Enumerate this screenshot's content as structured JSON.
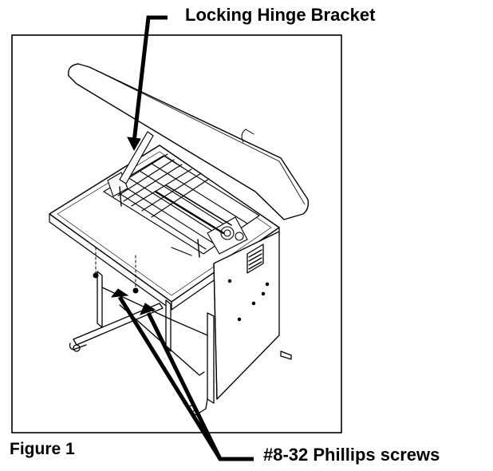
{
  "labels": {
    "hinge": "Locking Hinge Bracket",
    "screws": "#8-32 Phillips screws",
    "figure": "Figure 1"
  },
  "colors": {
    "ink": "#000000",
    "paper": "#ffffff"
  }
}
